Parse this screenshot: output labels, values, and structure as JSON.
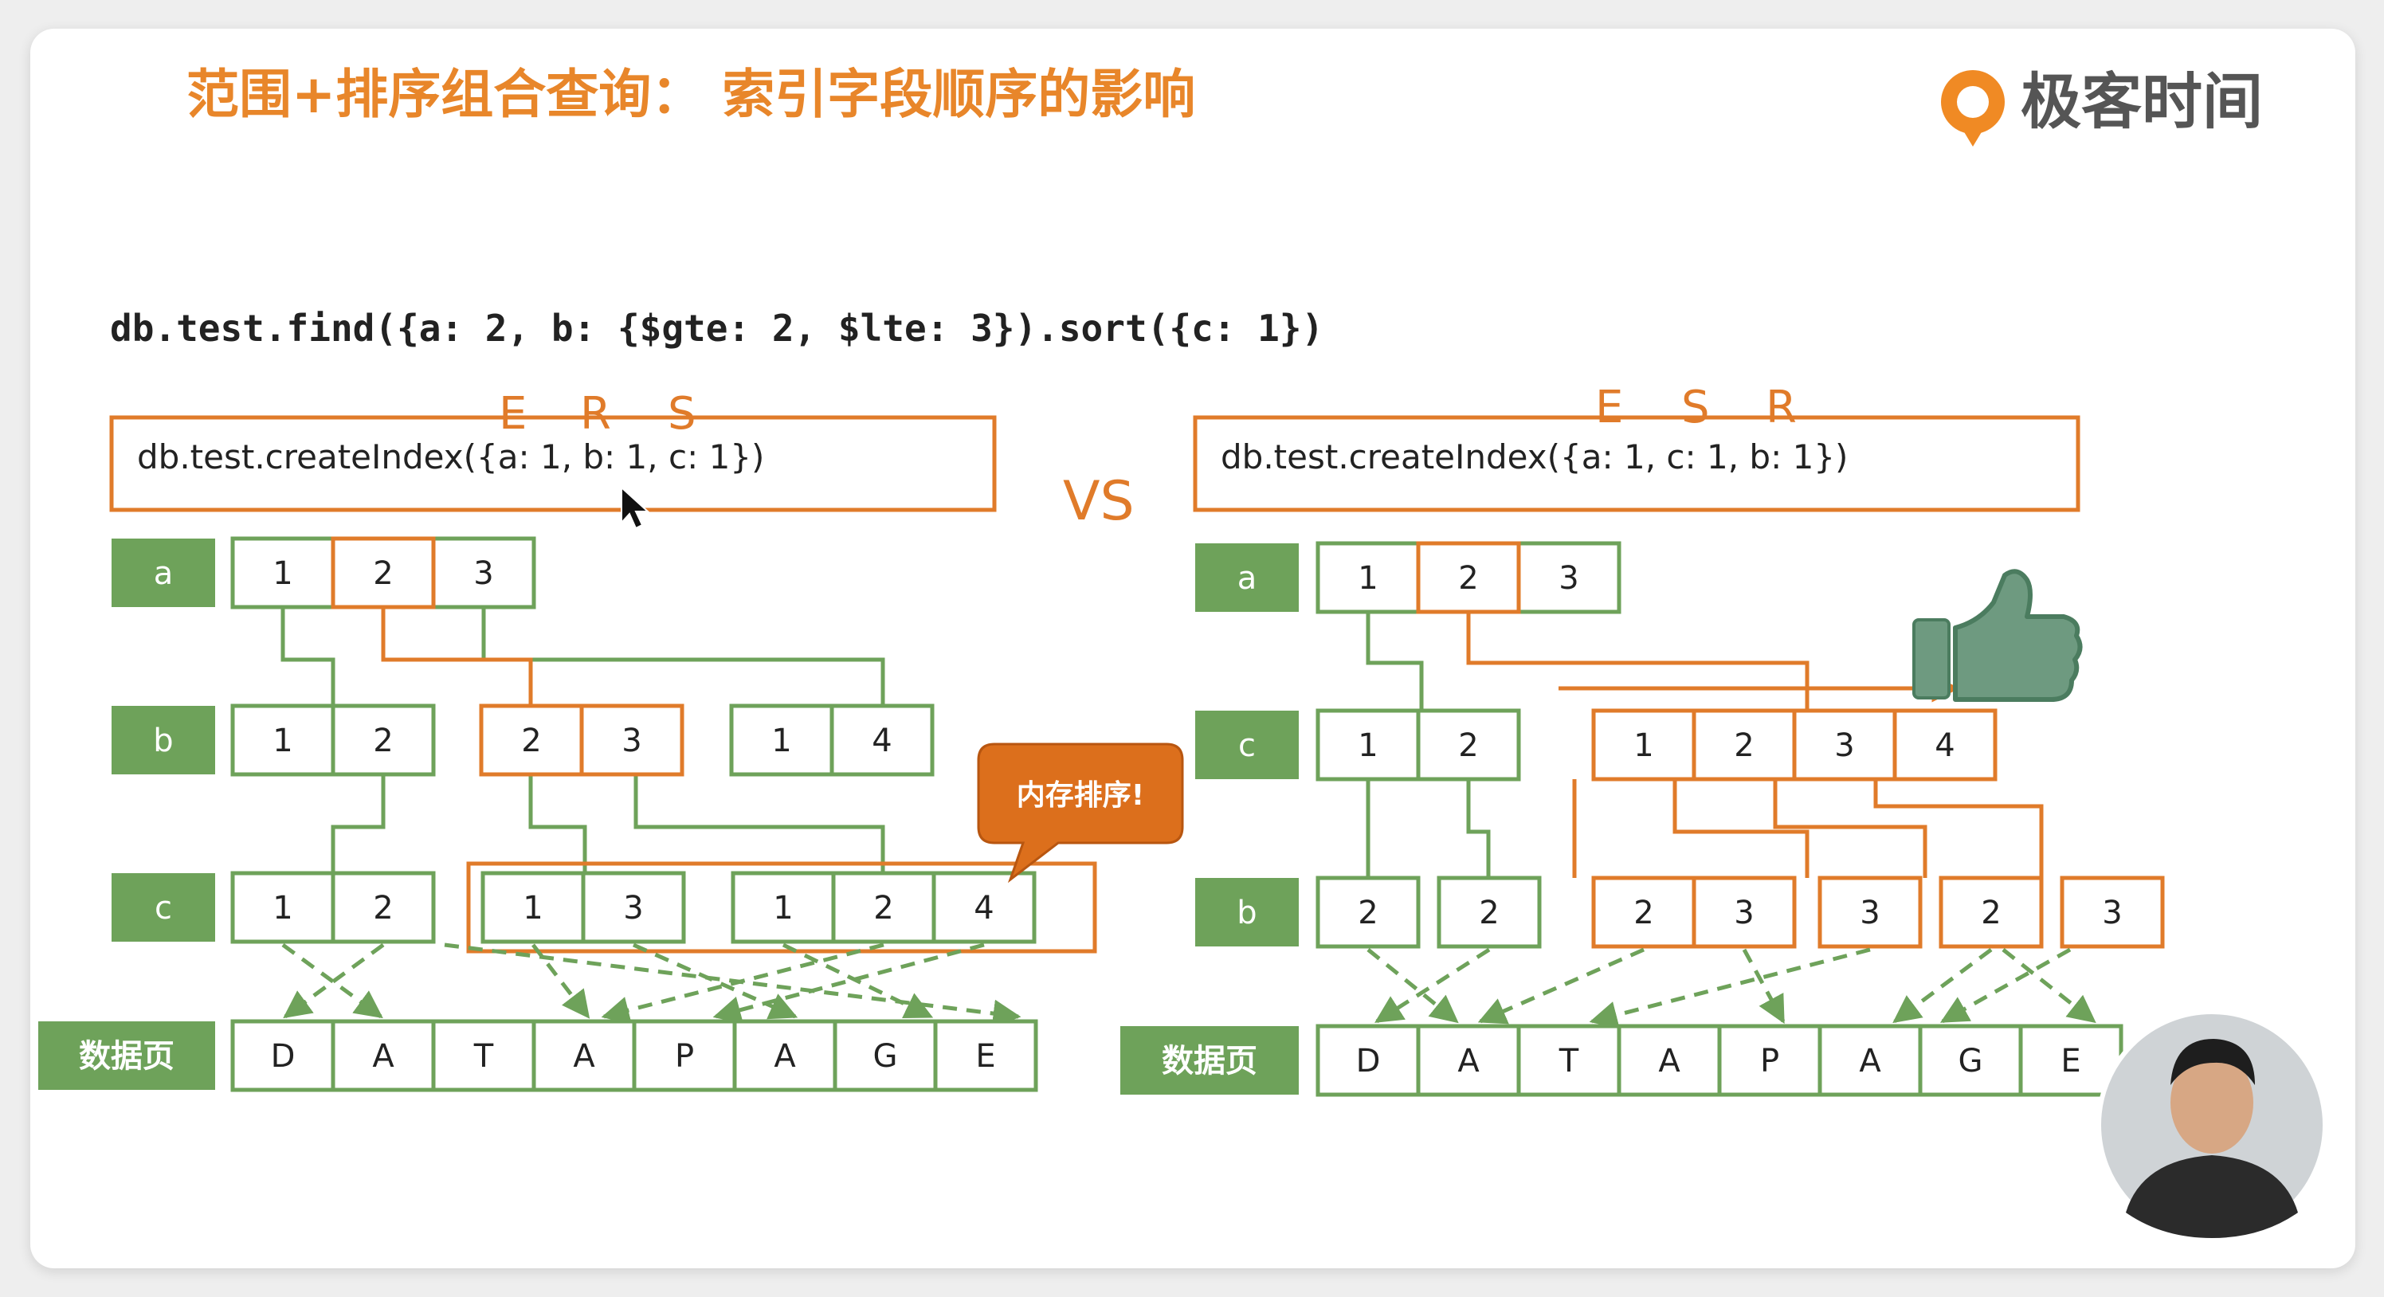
{
  "slide": {
    "title": "范围+排序组合查询： 索引字段顺序的影响",
    "brand": "极客时间",
    "query": "db.test.find({a: 2, b: {$gte: 2, $lte: 3}).sort({c: 1})",
    "vs": "VS"
  },
  "colors": {
    "orange": "#e07b2a",
    "green": "#6ea25a",
    "green_dark": "#4f8a45",
    "title": "#e8862a",
    "callout": "#dc6f1c"
  },
  "left": {
    "ers": [
      "E",
      "R",
      "S"
    ],
    "index_cmd": "db.test.createIndex({a: 1, b: 1, c: 1})",
    "labels": [
      "a",
      "b",
      "c",
      "数据页"
    ],
    "row1": [
      "1",
      "2",
      "3"
    ],
    "row2": [
      "1",
      "2",
      "2",
      "3",
      "1",
      "4"
    ],
    "row3": [
      "1",
      "2",
      "1",
      "3",
      "1",
      "2",
      "4"
    ],
    "pages": [
      "D",
      "A",
      "T",
      "A",
      "P",
      "A",
      "G",
      "E"
    ],
    "callout": "内存排序!"
  },
  "right": {
    "ers": [
      "E",
      "S",
      "R"
    ],
    "index_cmd": "db.test.createIndex({a: 1, c: 1, b: 1})",
    "labels": [
      "a",
      "c",
      "b",
      "数据页"
    ],
    "row1": [
      "1",
      "2",
      "3"
    ],
    "row2": [
      "1",
      "2",
      "1",
      "2",
      "3",
      "4"
    ],
    "row3": [
      "2",
      "2",
      "2",
      "3",
      "3",
      "2",
      "3"
    ],
    "pages": [
      "D",
      "A",
      "T",
      "A",
      "P",
      "A",
      "G",
      "E"
    ],
    "thumb": "thumbs-up-icon"
  }
}
